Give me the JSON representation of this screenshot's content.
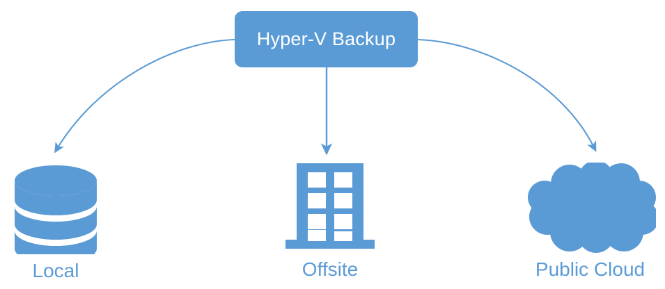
{
  "diagram": {
    "title_node": {
      "label": "Hyper-V Backup",
      "fill_color": "#5b9bd5",
      "text_color": "#ffffff"
    },
    "accent_color": "#5b9bd5",
    "background_color": "#ffffff",
    "targets": [
      {
        "id": "local",
        "label": "Local",
        "icon": "database-cylinder-icon"
      },
      {
        "id": "offsite",
        "label": "Offsite",
        "icon": "office-building-icon"
      },
      {
        "id": "public-cloud",
        "label": "Public Cloud",
        "icon": "cloud-icon"
      }
    ],
    "connectors": [
      {
        "id": "to-local",
        "from": "title_node",
        "to": "local",
        "style": "curved-arrow"
      },
      {
        "id": "to-offsite",
        "from": "title_node",
        "to": "offsite",
        "style": "straight-arrow"
      },
      {
        "id": "to-cloud",
        "from": "title_node",
        "to": "public-cloud",
        "style": "curved-arrow"
      }
    ]
  }
}
